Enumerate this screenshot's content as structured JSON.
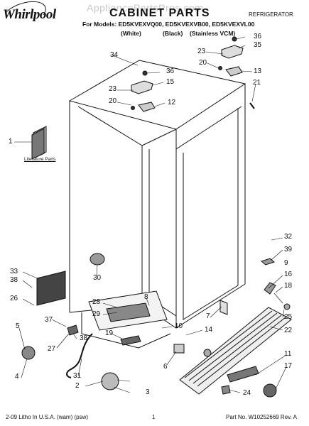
{
  "header": {
    "brand": "Whirlpool",
    "watermark": "AppliancePartsPros.com",
    "title": "CABINET PARTS",
    "category": "REFRIGERATOR",
    "models_line": "For Models: ED5KVEXVQ00, ED5KVEXVB00, ED5KVEXVL00",
    "variants": [
      "(White)",
      "(Black)",
      "(Stainless VCM)"
    ]
  },
  "diagram": {
    "literature_label": "Literature Parts",
    "callouts": [
      "1",
      "2",
      "3",
      "4",
      "5",
      "6",
      "7",
      "8",
      "9",
      "10",
      "11",
      "12",
      "13",
      "14",
      "15",
      "16",
      "17",
      "18",
      "19",
      "20",
      "20",
      "21",
      "22",
      "23",
      "23",
      "24",
      "25",
      "26",
      "27",
      "28",
      "29",
      "30",
      "31",
      "32",
      "33",
      "34",
      "35",
      "36",
      "36",
      "37",
      "38",
      "38",
      "39"
    ]
  },
  "footer": {
    "left": "2-09 Litho In U.S.A. (wam) (psw)",
    "page": "1",
    "right": "Part No. W10252669 Rev. A"
  },
  "colors": {
    "line": "#111111",
    "shade": "#555555",
    "background": "#ffffff"
  }
}
